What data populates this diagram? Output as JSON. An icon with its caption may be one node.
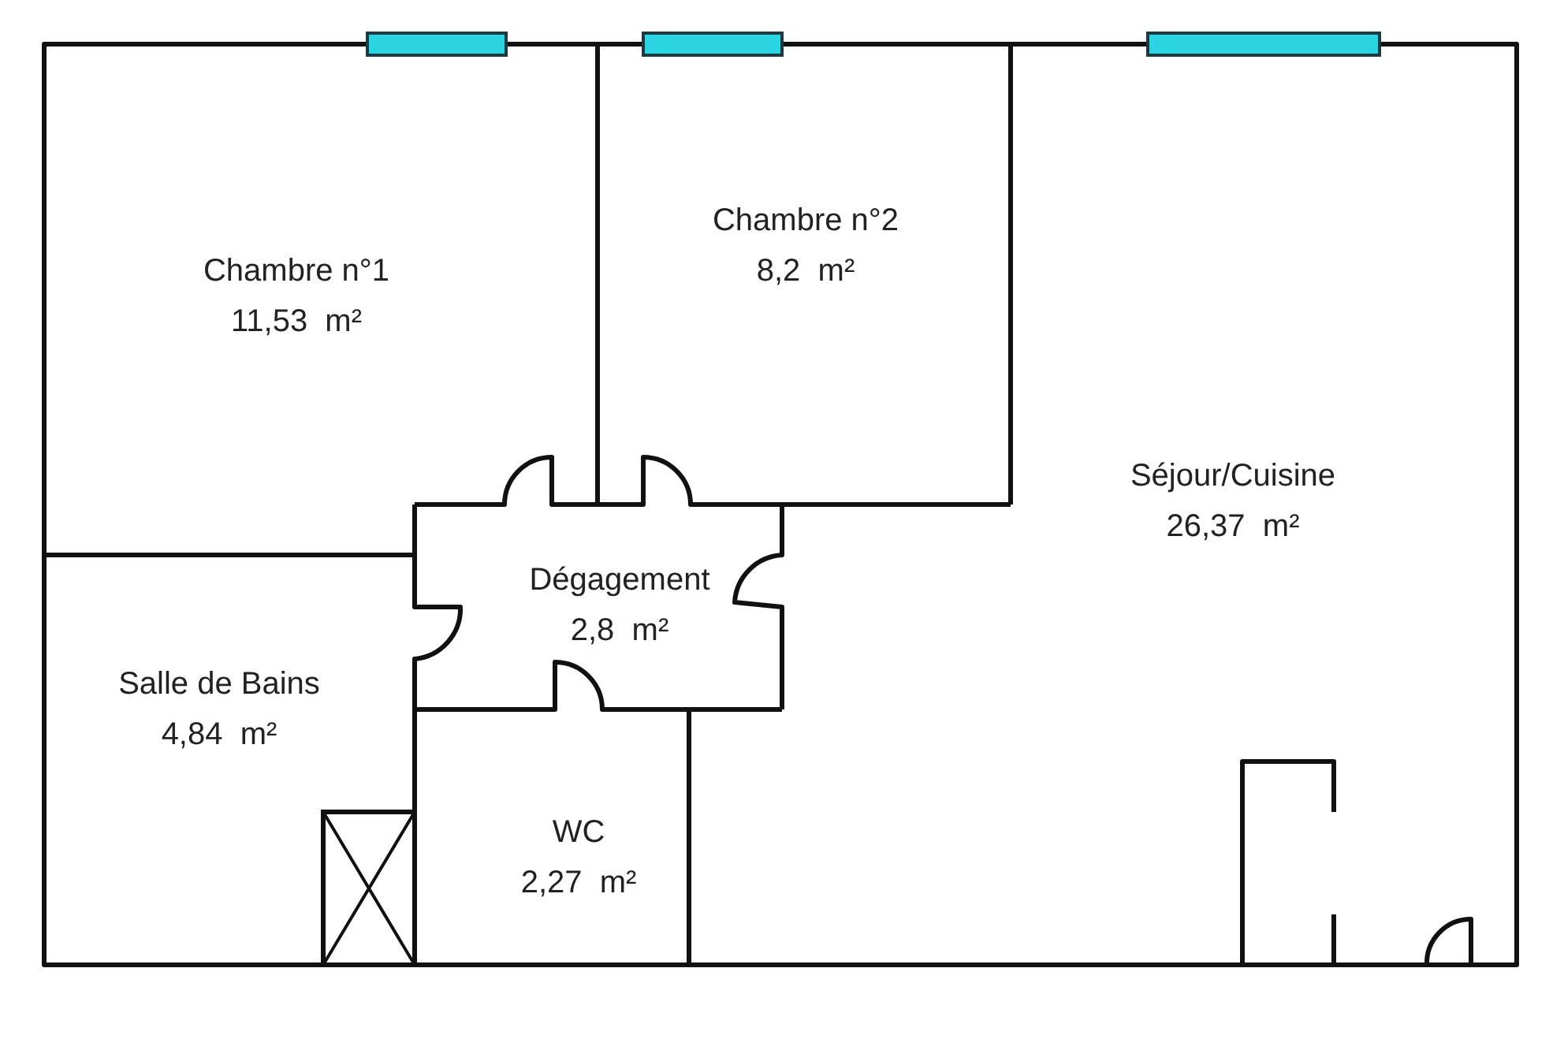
{
  "diagram": {
    "nodes": [
      {
        "text": [
          "Chambre n°1",
          "11,53  m²"
        ]
      },
      {
        "text": [
          "Chambre n°2",
          "8,2  m²"
        ]
      },
      {
        "text": [
          "Séjour/Cuisine",
          "26,37  m²"
        ]
      },
      {
        "text": [
          "Dégagement",
          "2,8  m²"
        ]
      },
      {
        "text": [
          "Salle de Bains",
          "4,84  m²"
        ]
      },
      {
        "text": [
          "WC",
          "2,27  m²"
        ]
      }
    ]
  }
}
